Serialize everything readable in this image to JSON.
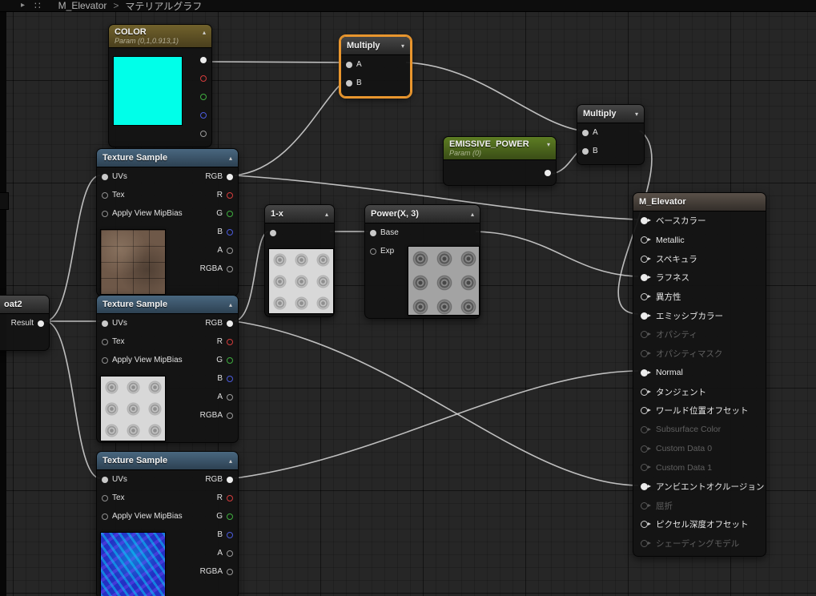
{
  "top_bar": {
    "breadcrumb_material": "M_Elevator",
    "separator": ">",
    "breadcrumb_graph": "マテリアルグラフ"
  },
  "icons": {
    "chevron_up": "▴",
    "chevron_down": "▾",
    "expand_arrow": "▸",
    "grid": "∷"
  },
  "colors": {
    "selection_highlight": "#e9962e",
    "color_param_swatch": "#00ffe9",
    "wire": "#d9d9d9",
    "param_gold_header": "#71622c",
    "param_green_header": "#5d7d23",
    "texture_sample_header": "#49677f"
  },
  "nodes": {
    "color_param": {
      "title": "COLOR",
      "subtitle": "Param (0,1,0.913,1)",
      "swatch_color": "#00ffe9"
    },
    "multiply": {
      "title": "Multiply",
      "input_a": "A",
      "input_b": "B"
    },
    "emissive_power": {
      "title": "EMISSIVE_POWER",
      "subtitle": "Param (0)"
    },
    "texture_sample": {
      "title": "Texture Sample",
      "inputs": [
        "UVs",
        "Tex",
        "Apply View MipBias"
      ],
      "outputs": [
        "RGB",
        "R",
        "G",
        "B",
        "A",
        "RGBA"
      ],
      "previews": [
        "brown-tile-texture",
        "ornate-circles-grayscale-texture",
        "blue-normal-map-texture"
      ]
    },
    "one_minus_x": {
      "title": "1-x"
    },
    "power": {
      "title": "Power(X, 3)",
      "inputs": [
        "Base",
        "Exp"
      ]
    },
    "float2_partial": {
      "title": "oat2",
      "output": "Result"
    },
    "m_elevator": {
      "title": "M_Elevator",
      "pins": [
        {
          "label": "ベースカラー",
          "state": "connected"
        },
        {
          "label": "Metallic",
          "state": "enabled"
        },
        {
          "label": "スペキュラ",
          "state": "enabled"
        },
        {
          "label": "ラフネス",
          "state": "connected"
        },
        {
          "label": "異方性",
          "state": "enabled"
        },
        {
          "label": "エミッシブカラー",
          "state": "connected"
        },
        {
          "label": "オパシティ",
          "state": "disabled"
        },
        {
          "label": "オパシティマスク",
          "state": "disabled"
        },
        {
          "label": "Normal",
          "state": "connected"
        },
        {
          "label": "タンジェント",
          "state": "enabled"
        },
        {
          "label": "ワールド位置オフセット",
          "state": "enabled"
        },
        {
          "label": "Subsurface Color",
          "state": "disabled"
        },
        {
          "label": "Custom Data 0",
          "state": "disabled"
        },
        {
          "label": "Custom Data 1",
          "state": "disabled"
        },
        {
          "label": "アンビエントオクルージョン",
          "state": "connected"
        },
        {
          "label": "屈折",
          "state": "disabled"
        },
        {
          "label": "ピクセル深度オフセット",
          "state": "enabled"
        },
        {
          "label": "シェーディングモデル",
          "state": "disabled"
        }
      ]
    }
  },
  "wires": [
    {
      "from": "COLOR.RGB",
      "to": "Multiply#1.A"
    },
    {
      "from": "TextureSample#1.RGB",
      "to": "Multiply#1.B"
    },
    {
      "from": "TextureSample#1.RGB",
      "to": "M_Elevator.ベースカラー"
    },
    {
      "from": "Multiply#1.Out",
      "to": "Multiply#2.A"
    },
    {
      "from": "EMISSIVE_POWER.Out",
      "to": "Multiply#2.B"
    },
    {
      "from": "Multiply#2.Out",
      "to": "M_Elevator.エミッシブカラー"
    },
    {
      "from": "oat2.Result",
      "to": "TextureSample#1.UVs"
    },
    {
      "from": "oat2.Result",
      "to": "TextureSample#2.UVs"
    },
    {
      "from": "oat2.Result",
      "to": "TextureSample#3.UVs"
    },
    {
      "from": "TextureSample#2.RGB",
      "to": "1-x.In"
    },
    {
      "from": "1-x.Out",
      "to": "Power(X, 3).Base"
    },
    {
      "from": "Power(X, 3).Out",
      "to": "M_Elevator.ラフネス"
    },
    {
      "from": "TextureSample#3.RGB",
      "to": "M_Elevator.Normal"
    },
    {
      "from": "TextureSample#2.RGB",
      "to": "M_Elevator.アンビエントオクルージョン"
    }
  ]
}
